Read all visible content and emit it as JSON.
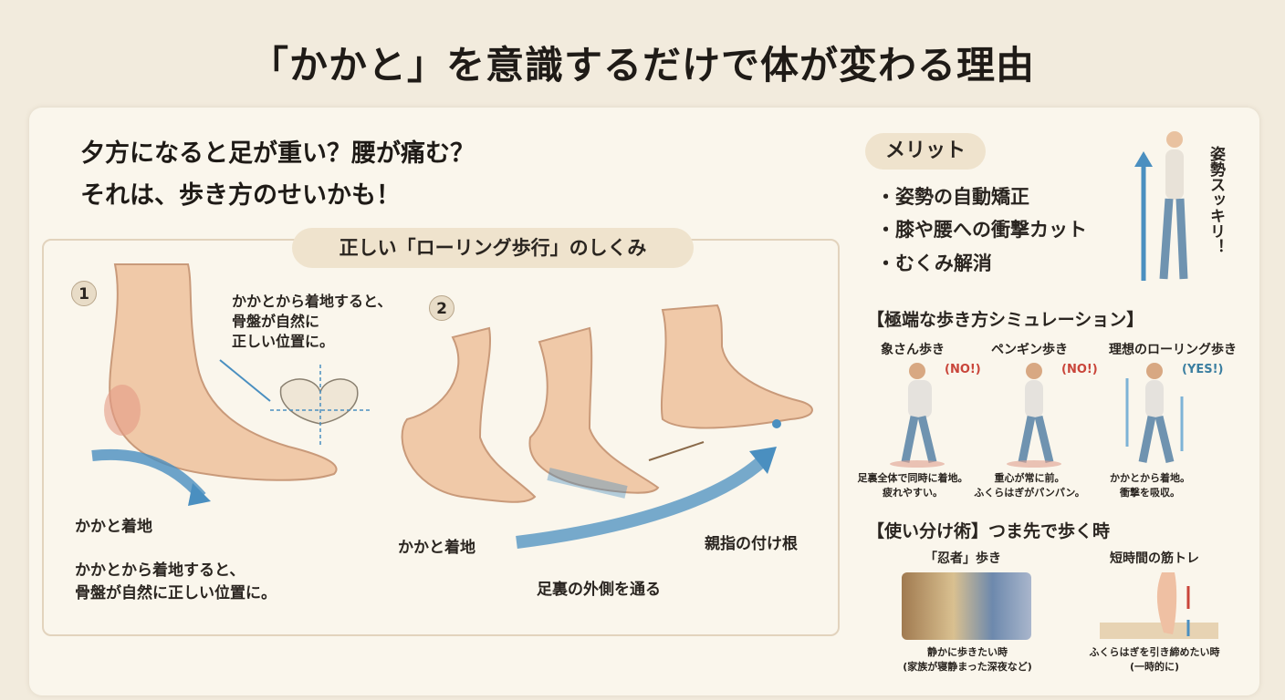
{
  "title": "「かかと」を意識するだけで体が変わる理由",
  "lead": {
    "line1": "夕方になると足が重い？腰が痛む？",
    "line2": "それは、歩き方のせいかも！"
  },
  "rolling": {
    "title": "正しい「ローリング歩行」のしくみ",
    "step1_num": "1",
    "step2_num": "2",
    "pelvis_note": [
      "かかとから着地すると、",
      "骨盤が自然に",
      "正しい位置に。"
    ],
    "heel_label_1": "かかと着地",
    "bottom_note": [
      "かかとから着地すると、",
      "骨盤が自然に正しい位置に。"
    ],
    "heel_label_2": "かかと着地",
    "outer_label": "足裏の外側を通る",
    "toe_label": "親指の付け根"
  },
  "merits": {
    "title": "メリット",
    "items": [
      "・姿勢の自動矯正",
      "・膝や腰への衝撃カット",
      "・むくみ解消"
    ],
    "posture_label": "姿勢スッキリ！"
  },
  "simulation": {
    "title": "【極端な歩き方シミュレーション】",
    "cards": [
      {
        "name": "象さん歩き",
        "verdict": "(NO!)",
        "desc": [
          "足裏全体で同時に着地。",
          "疲れやすい。"
        ],
        "color": "#c9453a"
      },
      {
        "name": "ペンギン歩き",
        "verdict": "(NO!)",
        "desc": [
          "重心が常に前。",
          "ふくらはぎがパンパン。"
        ],
        "color": "#c9453a"
      },
      {
        "name": "理想のローリング歩き",
        "verdict": "(YES!)",
        "desc": [
          "かかとから着地。",
          "衝撃を吸収。"
        ],
        "color": "#3a7ea0"
      }
    ]
  },
  "usage": {
    "title": "【使い分け術】つま先で歩く時",
    "cards": [
      {
        "name": "「忍者」歩き",
        "desc": [
          "静かに歩きたい時",
          "(家族が寝静まった深夜など)"
        ]
      },
      {
        "name": "短時間の筋トレ",
        "desc": [
          "ふくらはぎを引き締めたい時",
          "(一時的に)"
        ]
      }
    ]
  },
  "colors": {
    "skin": "#f0c9a8",
    "blue": "#4a8fc0",
    "bg": "#f2ebdd",
    "red": "#c9453a"
  }
}
